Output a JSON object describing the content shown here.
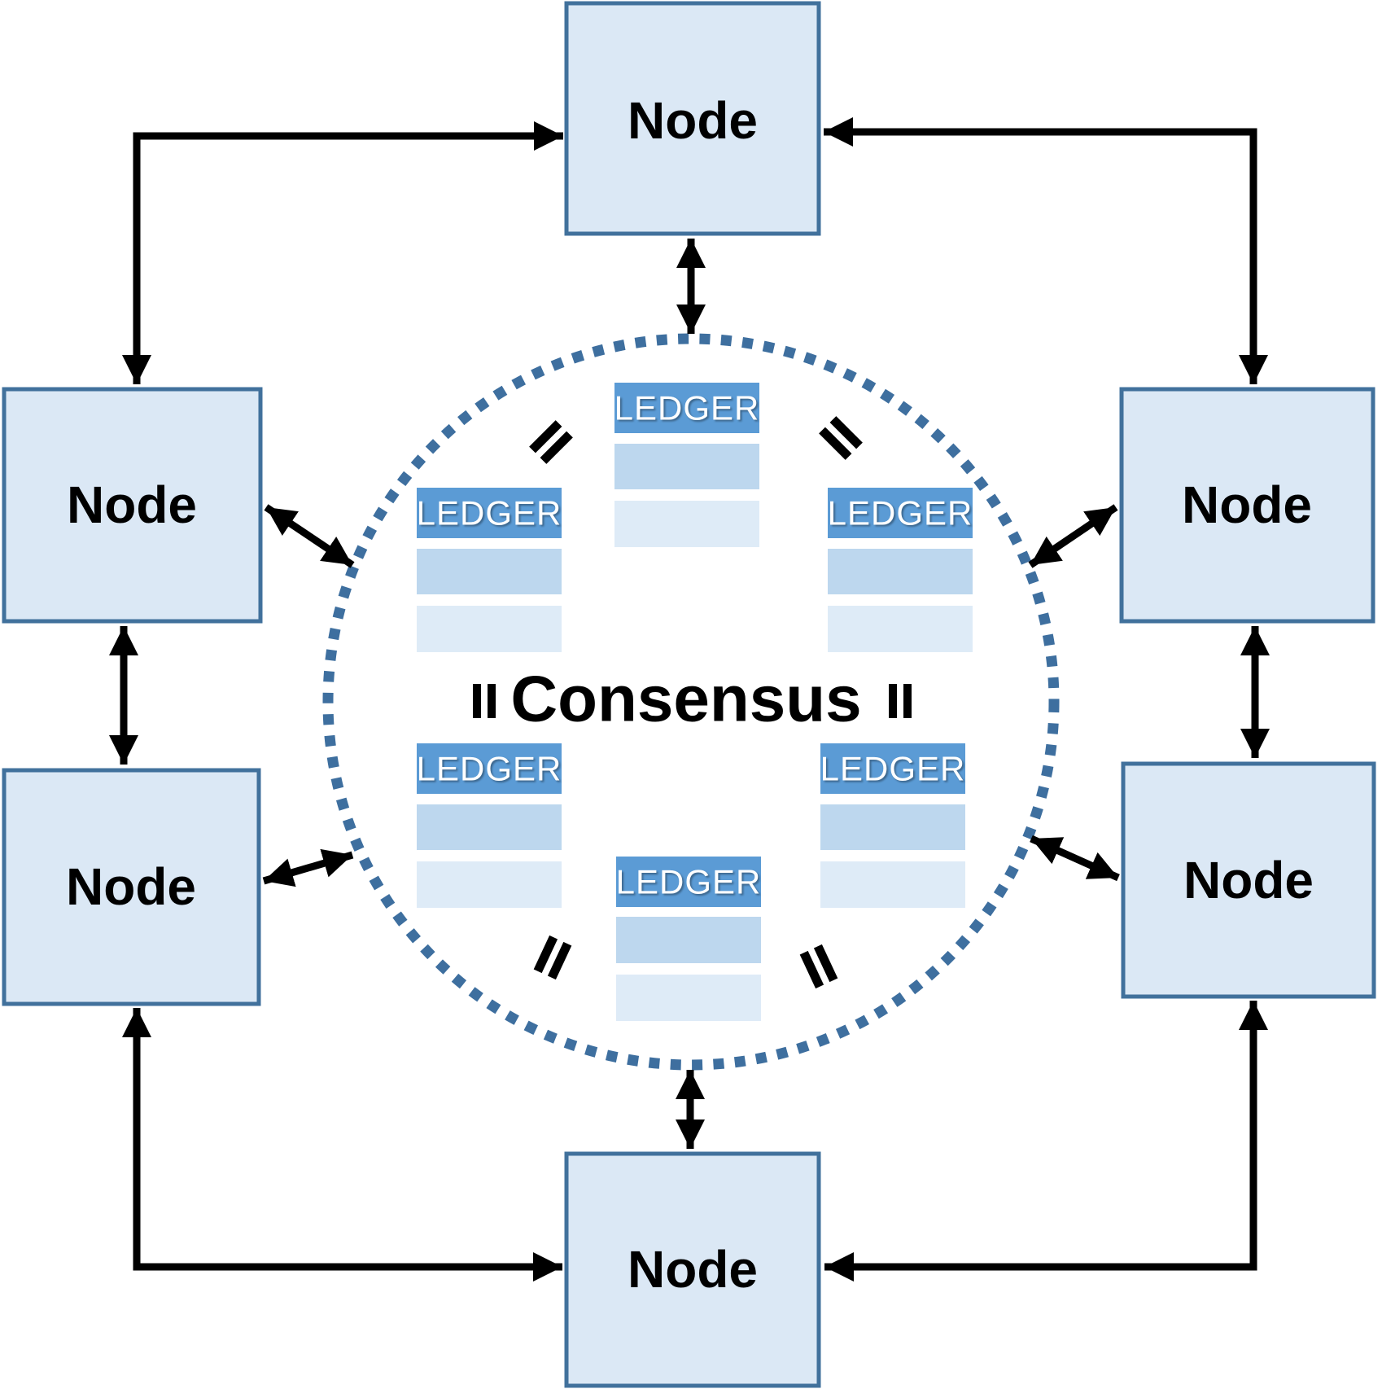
{
  "nodes": [
    {
      "position": "top",
      "label": "Node"
    },
    {
      "position": "upper-left",
      "label": "Node"
    },
    {
      "position": "upper-right",
      "label": "Node"
    },
    {
      "position": "lower-left",
      "label": "Node"
    },
    {
      "position": "lower-right",
      "label": "Node"
    },
    {
      "position": "bottom",
      "label": "Node"
    }
  ],
  "consensus": {
    "label": "Consensus"
  },
  "ledgers": [
    {
      "position": "top-center",
      "label": "LEDGER"
    },
    {
      "position": "upper-left",
      "label": "LEDGER"
    },
    {
      "position": "upper-right",
      "label": "LEDGER"
    },
    {
      "position": "lower-left",
      "label": "LEDGER"
    },
    {
      "position": "lower-right",
      "label": "LEDGER"
    },
    {
      "position": "bottom-center",
      "label": "LEDGER"
    }
  ],
  "equals_marks": {
    "symbol": "=",
    "count": 6
  },
  "colors": {
    "background": "#ffffff",
    "node_fill": "#dbe8f5",
    "node_border": "#41719c",
    "node_text": "#000000",
    "consensus_text": "#000000",
    "ledger_header": "#5b9bd5",
    "ledger_row_1": "#bdd7ee",
    "ledger_row_2": "#deebf7",
    "ledger_text": "#ffffff",
    "circle_dots": "#3e6f9f",
    "arrow": "#000000"
  }
}
